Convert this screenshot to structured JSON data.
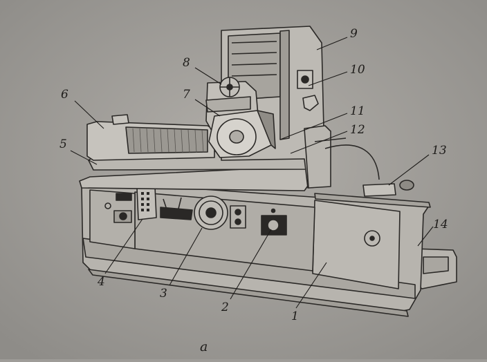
{
  "figure": {
    "caption": "a",
    "callouts": [
      "1",
      "2",
      "3",
      "4",
      "5",
      "6",
      "7",
      "8",
      "9",
      "10",
      "11",
      "12",
      "13",
      "14"
    ]
  },
  "colors": {
    "paper": "#9e9c98",
    "ink": "#1e1c1a",
    "line": "#2a2826",
    "machine_fill": "#b7b4ae"
  }
}
